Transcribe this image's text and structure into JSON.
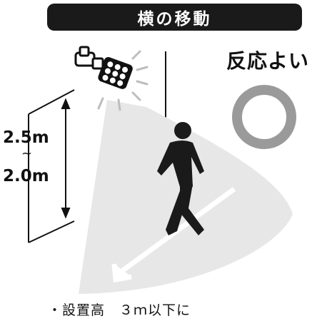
{
  "title": "横の移動",
  "mount_height": {
    "max": "2.5m",
    "separator": "~",
    "min": "2.0m"
  },
  "reaction": {
    "label": "反応よい",
    "ring_color": "#9a9a9a"
  },
  "note": "・設置高　３ｍ以下に",
  "colors": {
    "title_bg": "#1a1a1a",
    "zone": "#e6e6e6",
    "figure": "#1a1a1a"
  },
  "icons": [
    "sensor-light-icon",
    "person-walking-icon",
    "arrow-icon",
    "height-arrow-icon",
    "ring-icon"
  ]
}
